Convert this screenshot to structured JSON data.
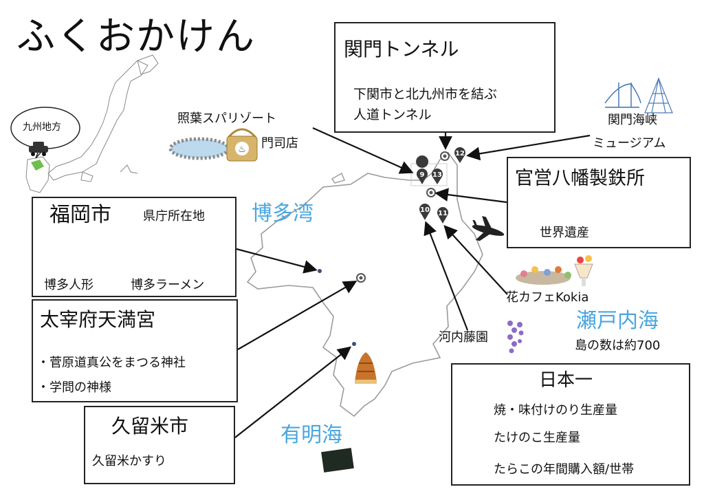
{
  "title": "ふくおかけん",
  "kyushu_label": "九州地方",
  "tunnel": {
    "title": "関門トンネル",
    "desc_1": "下関市と北九州市を結ぶ",
    "desc_2": "人道トンネル"
  },
  "museum": {
    "line_1": "関門海峡",
    "line_2": "ミュージアム"
  },
  "spa": {
    "line_1": "照葉スパリゾート",
    "line_2": "門司店"
  },
  "steel": {
    "title": "官営八幡製鉄所",
    "sub": "世界遺産"
  },
  "fukuoka": {
    "title": "福岡市",
    "sub": "県庁所在地",
    "item_1": "博多人形",
    "item_2": "博多ラーメン"
  },
  "dazaifu": {
    "title": "太宰府天満宮",
    "bullet_1": "・菅原道真公をまつる神社",
    "bullet_2": "・学問の神様"
  },
  "kurume": {
    "title": "久留米市",
    "item": "久留米かすり"
  },
  "nihon": {
    "title": "日本一",
    "item_1": "焼・味付けのり生産量",
    "item_2": "たけのこ生産量",
    "item_3": "たらこの年間購入額/世帯"
  },
  "seas": {
    "hakata": "博多湾",
    "ariake": "有明海",
    "seto": "瀬戸内海",
    "seto_sub": "島の数は約700"
  },
  "spots": {
    "cafe": "花カフェKokia",
    "fuji": "河内藤園"
  },
  "markers": [
    "9",
    "13",
    "12",
    "10",
    "11"
  ]
}
